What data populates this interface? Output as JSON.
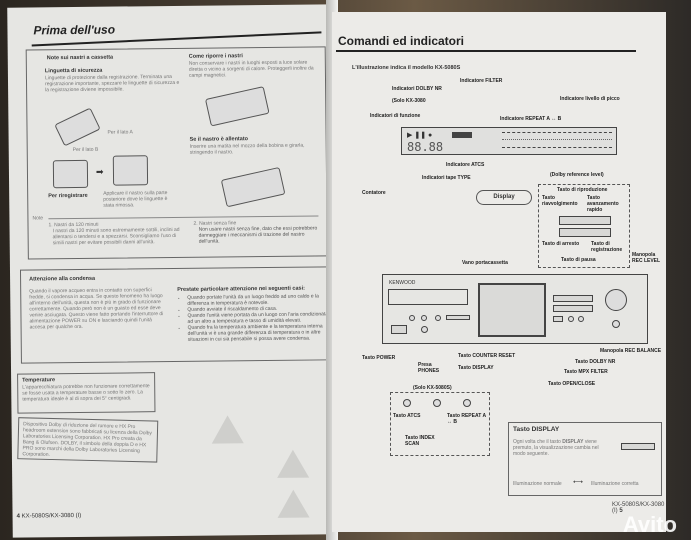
{
  "left_page": {
    "title": "Prima dell'uso",
    "cassette_notes": {
      "heading": "Note sui nastri a cassetta",
      "safety_tab_title": "Linguetta di sicurezza",
      "safety_tab_text": "Linguette di protezione dalla registrazione. Terminata una registrazione importante, spezzare le linguette di sicurezza e la registrazione diviene impossibile.",
      "side_a": "Per il lato A",
      "side_b": "Per il lato B",
      "rerecord_label": "Per riregistrare",
      "rerecord_text": "Applicare il nastro sulla parte posteriore dove le linguette è stata rimossa."
    },
    "storage": {
      "heading": "Come riporre i nastri",
      "text": "Non conservare i nastri in luoghi esposti a luce solare diretta o vicino a sorgenti di calore. Proteggerli inoltre da campi magnetici."
    },
    "slack": {
      "heading": "Se il nastro è allentato",
      "text": "Inserire una matita nel mozzo della bobina e girarla, stringendo il nastro."
    },
    "notes": {
      "label": "Note",
      "n1_title": "1. Nastri da 120 minuti",
      "n1_text": "I nastri da 120 minuti sono estremamente sottili, inclini ad allentarsi o tendersi e a spezzarsi. Sconsigliamo l'uso di simili nastri per evitare possibili danni all'unità.",
      "n2_title": "2. Nastri senza fine",
      "n2_text": "Non usare nastri senza fine, dato che essi potrebbero danneggiare i meccanismi di trazione del nastro dell'unità."
    },
    "condensation": {
      "heading": "Attenzione alla condensa",
      "text": "Quando il vapore acqueo entra in contatto con superfici fredde, si condensa in acqua. Se questo fenomeno ha luogo all'interno dell'unità, questa non è più in grado di funzionare correttamente. Quando però non è un guasto ed esse deve venire asciugata. Questo viene fatto portando l'interruttore di alimentazione POWER su ON e lasciando quindi l'unità accesa per qualche ora.",
      "cases_heading": "Prestate particolare attenzione nei seguenti casi:",
      "cases": [
        "Quando portate l'unità da un luogo freddo ad uno caldo e la differenza in temperatura è notevole.",
        "Quando avviate il riscaldamento di casa.",
        "Quando l'unità viene portata da un luogo con l'aria condizionata ad un altro a temperatura e tasso di umidità elevati.",
        "Quando fra la temperatura ambiente e la temperatura interna dell'unità vi è una grande differenza di temperatura o in altre situazioni in cui sia pensabile si possa avere condensa."
      ]
    },
    "temperature": {
      "heading": "Temperature",
      "text": "L'apparecchiatura potrebbe non funzionare correttamente se fosse usata a temperature basse o sotto lo zero. La temperatura ideale è al di sopra dei 5° centigradi."
    },
    "dolby": {
      "text": "Dispositivo Dolby di riduzione del rumore e HX Pro headroom extension sono fabbricati su licenza della Dolby Laboratories Licensing Corporation. HX Pro creata da Bang & Olufsen. DOLBY, il simbolo della doppia D e HX PRO sono marchi della Dolby Laboratories Licensing Corporation."
    },
    "page_number": "4",
    "footer_model": "KX-5080S/KX-3080 (I)"
  },
  "right_page": {
    "title": "Comandi ed indicatori",
    "subtitle": "L'illustrazione indica il modello KX-5080S",
    "display": {
      "counter": "88.88",
      "dolby_nr_label": "Indicatori DOLBY NR",
      "dolby_only_label": "(Solo KX-3080",
      "filter_label": "Indicatore FILTER",
      "peak_label": "Indicatore livello di picco",
      "function_label": "Indicatori di funzione",
      "repeat_label": "Indicatore REPEAT A ↔ B",
      "atcs_label": "Indicatore ATCS",
      "tape_type_label": "Indicatori tape TYPE",
      "dolby_ref_label": "(Dolby reference level)",
      "counter_label": "Contatore",
      "display_button": "Display"
    },
    "transport": {
      "play": "Tasto di riproduzione",
      "rewind": "Tasto riavvolgimento",
      "ffwd": "Tasto avanzamento rapido",
      "stop": "Tasto di arresto",
      "pause": "Tasto di pausa",
      "record": "Tasto di registrazione"
    },
    "deck": {
      "brand": "KENWOOD",
      "cassette_bay": "Vano portacassetta",
      "rec_level": "Manopola REC LEVEL",
      "rec_balance": "Manopola REC BALANCE",
      "power": "Tasto POWER",
      "phones": "Presa PHONES",
      "display": "Tasto DISPLAY",
      "counter_reset": "Tasto COUNTER RESET",
      "dolby_nr": "Tasto DOLBY NR",
      "mpx_filter": "Tasto MPX FILTER",
      "open_close": "Tasto OPEN/CLOSE"
    },
    "kx5080_only": {
      "label": "(Solo KX-5080S)",
      "atcs": "Tasto ATCS",
      "index_scan": "Tasto INDEX SCAN",
      "repeat": "Tasto REPEAT A ↔ B"
    },
    "display_box": {
      "heading": "Tasto DISPLAY",
      "text_pre": "Ogni volta che il tasto",
      "text_key": "DISPLAY",
      "text_post": "viene premuto, la visualizzazione cambia nel modo seguente.",
      "normal": "Illuminazione normale",
      "arrow": "⟷",
      "dimmed": "Illuminazione corretta"
    },
    "page_number": "5",
    "footer_model": "KX-5080S/KX-3080 (I)"
  },
  "watermark": "Avito"
}
